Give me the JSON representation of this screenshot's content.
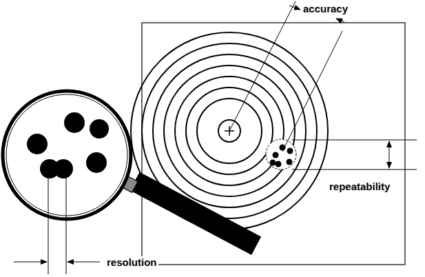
{
  "diagram": {
    "labels": [
      "accuracy",
      "repeatability",
      "resolution"
    ]
  }
}
